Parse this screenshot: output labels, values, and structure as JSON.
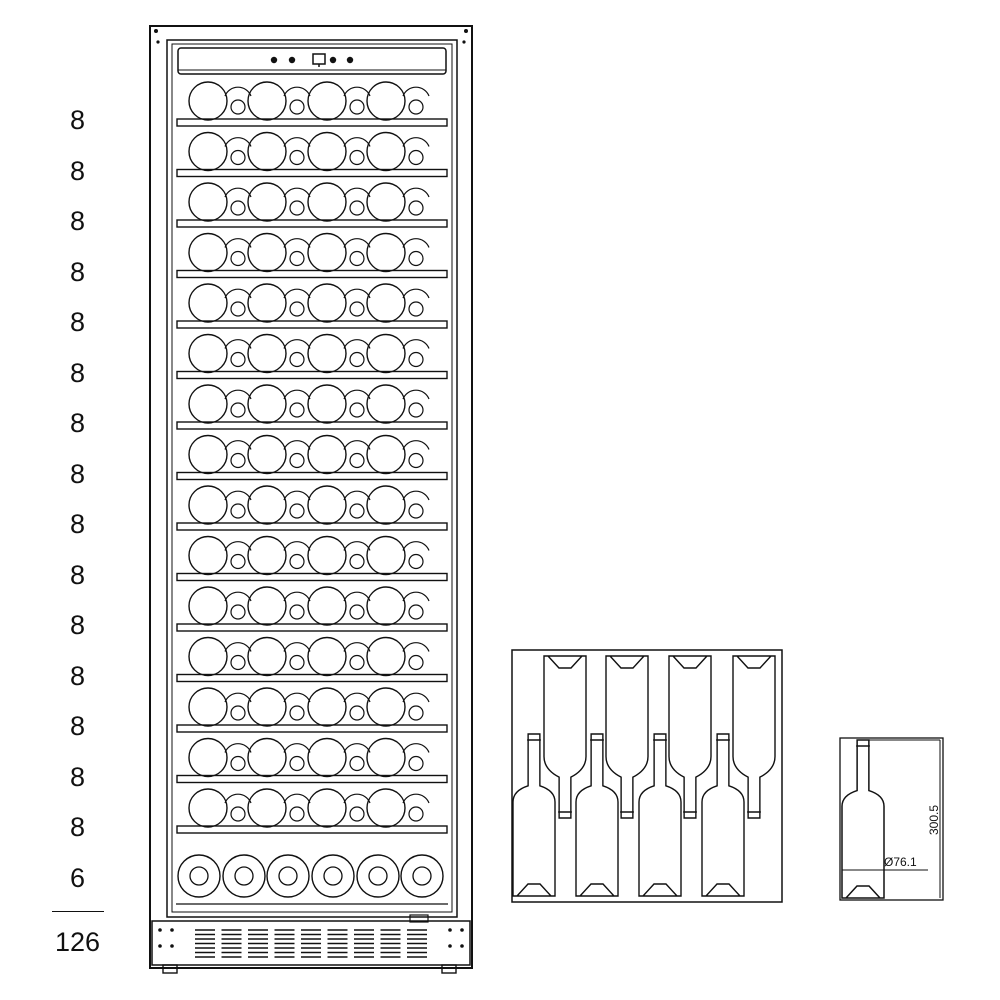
{
  "shelf_counts": [
    "8",
    "8",
    "8",
    "8",
    "8",
    "8",
    "8",
    "8",
    "8",
    "8",
    "8",
    "8",
    "8",
    "8",
    "8",
    "6"
  ],
  "total_count": "126",
  "bottle": {
    "height_label": "300.5",
    "diameter_label": "Ø76.1"
  }
}
